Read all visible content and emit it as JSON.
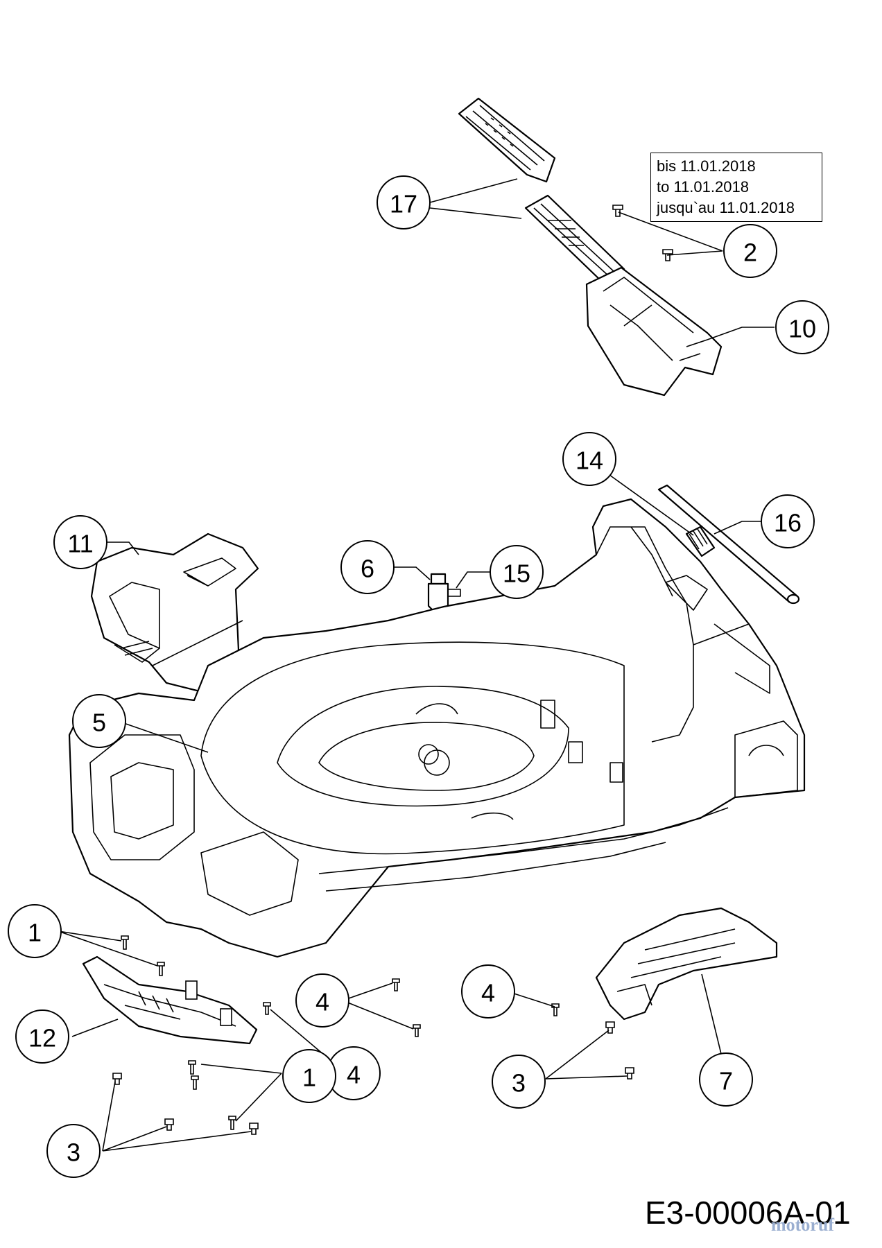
{
  "validity_note": [
    "bis 11.01.2018",
    "to 11.01.2018",
    "jusqu`au 11.01.2018"
  ],
  "drawing_code": "E3-00006A-01",
  "watermark": "motoruf",
  "callouts": [
    {
      "id": "17"
    },
    {
      "id": "2"
    },
    {
      "id": "10"
    },
    {
      "id": "14"
    },
    {
      "id": "16"
    },
    {
      "id": "11"
    },
    {
      "id": "6"
    },
    {
      "id": "15"
    },
    {
      "id": "5"
    },
    {
      "id": "1"
    },
    {
      "id": "4"
    },
    {
      "id": "4"
    },
    {
      "id": "12"
    },
    {
      "id": "4"
    },
    {
      "id": "1"
    },
    {
      "id": "3"
    },
    {
      "id": "3"
    },
    {
      "id": "7"
    }
  ]
}
